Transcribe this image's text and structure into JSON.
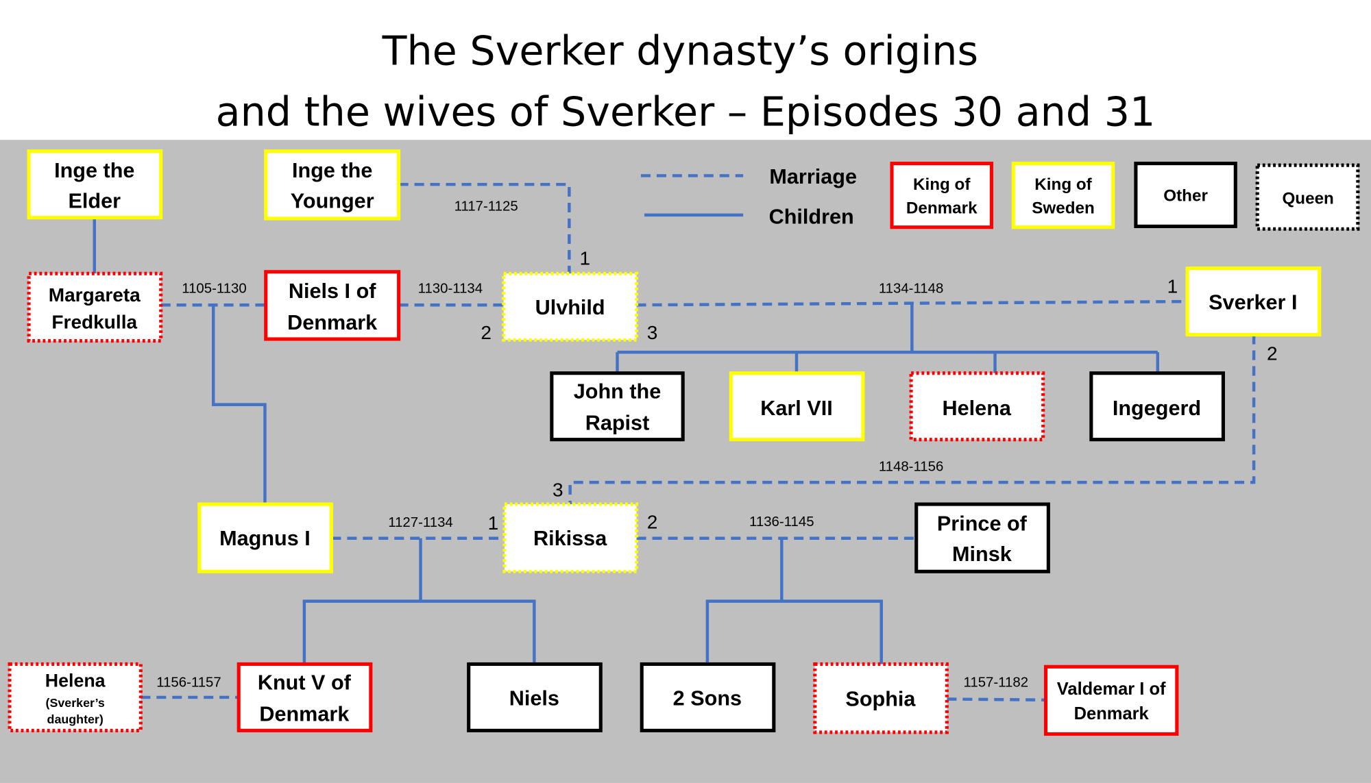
{
  "title": {
    "line1": "The Sverker dynasty’s origins",
    "line2": "and the wives of Sverker – Episodes 30 and 31"
  },
  "legend": {
    "marriage": "Marriage",
    "children": "Children",
    "king_denmark": [
      "King of",
      "Denmark"
    ],
    "king_sweden": [
      "King of",
      "Sweden"
    ],
    "other": "Other",
    "queen": "Queen"
  },
  "colors": {
    "line": "#4472c4",
    "denmark": "#ff0000",
    "sweden": "#ffff00",
    "other": "#000000",
    "background": "#bfbfbf"
  },
  "people": {
    "inge_elder": [
      "Inge the",
      "Elder"
    ],
    "inge_younger": [
      "Inge the",
      "Younger"
    ],
    "margareta": [
      "Margareta",
      "Fredkulla"
    ],
    "niels_i": [
      "Niels I of",
      "Denmark"
    ],
    "ulvhild": "Ulvhild",
    "sverker_i": "Sverker I",
    "john": [
      "John the",
      "Rapist"
    ],
    "karl_vii": "Karl VII",
    "helena": "Helena",
    "ingegerd": "Ingegerd",
    "magnus_i": "Magnus I",
    "rikissa": "Rikissa",
    "prince_minsk": [
      "Prince of",
      "Minsk"
    ],
    "helena_daughter": {
      "name": "Helena",
      "note": [
        "(Sverker’s",
        "daughter)"
      ]
    },
    "knut_v": [
      "Knut V of",
      "Denmark"
    ],
    "niels": "Niels",
    "two_sons": "2 Sons",
    "sophia": "Sophia",
    "valdemar_i": [
      "Valdemar I of",
      "Denmark"
    ]
  },
  "marriages": {
    "inge_younger_ulvhild": "1117-1125",
    "margareta_niels": "1105-1130",
    "niels_ulvhild": "1130-1134",
    "ulvhild_sverker": "1134-1148",
    "sverker_rikissa": "1148-1156",
    "magnus_rikissa": "1127-1134",
    "rikissa_minsk": "1136-1145",
    "helena_knut": "1156-1157",
    "sophia_valdemar": "1157-1182"
  },
  "order_numbers": {
    "ulvhild_inge": "1",
    "ulvhild_niels": "2",
    "ulvhild_sverker": "3",
    "sverker_ulvhild": "1",
    "sverker_rikissa": "2",
    "rikissa_sverker": "3",
    "rikissa_magnus": "1",
    "rikissa_minsk": "2"
  }
}
